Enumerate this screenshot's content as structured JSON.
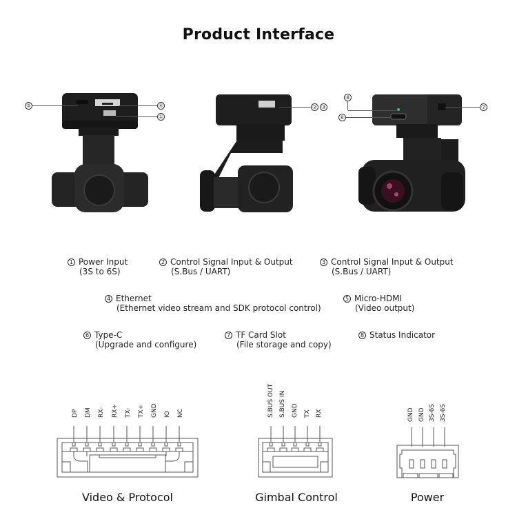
{
  "title": "Product Interface",
  "views": [
    {
      "name": "front-view",
      "callouts": [
        {
          "num": "5",
          "side": "left"
        },
        {
          "num": "4",
          "side": "right"
        },
        {
          "num": "1",
          "side": "right"
        }
      ]
    },
    {
      "name": "side-view",
      "callouts": [
        {
          "num": "2 3",
          "side": "right"
        }
      ]
    },
    {
      "name": "angled-view",
      "callouts": [
        {
          "num": "8",
          "side": "left"
        },
        {
          "num": "6",
          "side": "left"
        },
        {
          "num": "7",
          "side": "right"
        }
      ]
    }
  ],
  "callout_labels": {
    "c1": "①",
    "c2": "②",
    "c3": "③",
    "c4": "④",
    "c5": "⑤",
    "c6": "⑥",
    "c7": "⑦",
    "c8": "⑧",
    "c23": "② ③"
  },
  "legend": [
    {
      "num": "1",
      "title": "Power Input",
      "sub": "(3S to 6S)"
    },
    {
      "num": "2",
      "title": "Control Signal Input & Output",
      "sub": "(S.Bus / UART)"
    },
    {
      "num": "3",
      "title": "Control Signal Input & Output",
      "sub": "(S.Bus / UART)"
    },
    {
      "num": "4",
      "title": "Ethernet",
      "sub": "(Ethernet video stream and SDK protocol control)"
    },
    {
      "num": "5",
      "title": "Micro-HDMI",
      "sub": "(Video output)"
    },
    {
      "num": "6",
      "title": "Type-C",
      "sub": "(Upgrade and configure)"
    },
    {
      "num": "7",
      "title": "TF Card Slot",
      "sub": "(File storage and copy)"
    },
    {
      "num": "8",
      "title": "Status Indicator",
      "sub": ""
    }
  ],
  "connectors": [
    {
      "title": "Video & Protocol",
      "pins": [
        "DP",
        "DM",
        "RX-",
        "RX+",
        "TX-",
        "TX+",
        "GND",
        "IO",
        "NC"
      ]
    },
    {
      "title": "Gimbal Control",
      "pins": [
        "S.BUS OUT",
        "S.BUS IN",
        "GND",
        "TX",
        "RX"
      ]
    },
    {
      "title": "Power",
      "pins": [
        "GND",
        "GND",
        "3S-6S",
        "3S-6S"
      ]
    }
  ],
  "colors": {
    "status_led": "#2ecc71",
    "body": "#1c1c1c",
    "text": "#222222"
  }
}
